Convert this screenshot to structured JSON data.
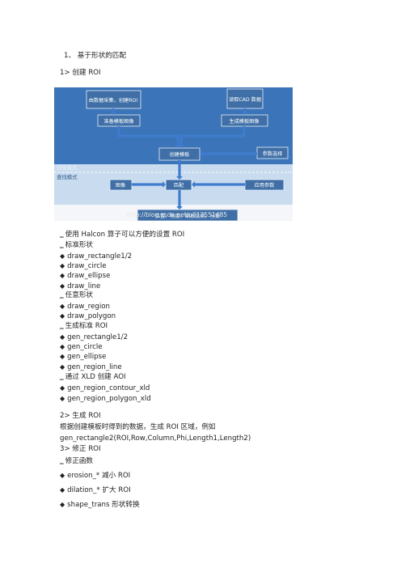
{
  "section1": {
    "title": "1、 基于形状的匹配"
  },
  "s1_1": {
    "title": "1> 创建 ROI"
  },
  "diagram": {
    "boxes": {
      "b1": "由数据采集，创建ROI",
      "b2": "读取CAD 数据",
      "b3": "准备模板图像",
      "b4": "生成模板图像",
      "b5": "创建模板",
      "b6": "参数选择",
      "b7": "图像",
      "b8": "匹配",
      "b9": "应用参数",
      "b10": "位置、角度、缩放比例、分数"
    },
    "labels": {
      "create": "创建模式",
      "find": "查找模式"
    },
    "watermark": "http://blog.csdn.net/u012551485"
  },
  "list1": {
    "intro": "使用 Halcon 算子可以方便的设置 ROI",
    "std_shape": "标准形状",
    "items_a": [
      "draw_rectangle1/2",
      "draw_circle",
      "draw_ellipse",
      "draw_line"
    ],
    "arb_shape": "任意形状",
    "items_b": [
      "draw_region",
      "draw_polygon"
    ],
    "gen_std": "生成标准 ROI",
    "items_c": [
      "gen_rectangle1/2",
      "gen_circle",
      "gen_ellipse",
      "gen_region_line"
    ],
    "xld": "通过 XLD 创建 AOI",
    "items_d": [
      "gen_region_contour_xld",
      "gen_region_polygon_xld"
    ]
  },
  "s1_2": {
    "title": "2> 生成 ROI",
    "p1": "根据创建模板时得到的数据，生成 ROI 区域，例如",
    "p2": "gen_rectangle2(ROI,Row,Column,Phi,Length1,Length2)"
  },
  "s1_3": {
    "title": "3> 修正 ROI",
    "fix": "修正函数",
    "items": [
      "erosion_* 减小 ROI",
      "dilation_* 扩大 ROI",
      "shape_trans 形状转换"
    ]
  }
}
